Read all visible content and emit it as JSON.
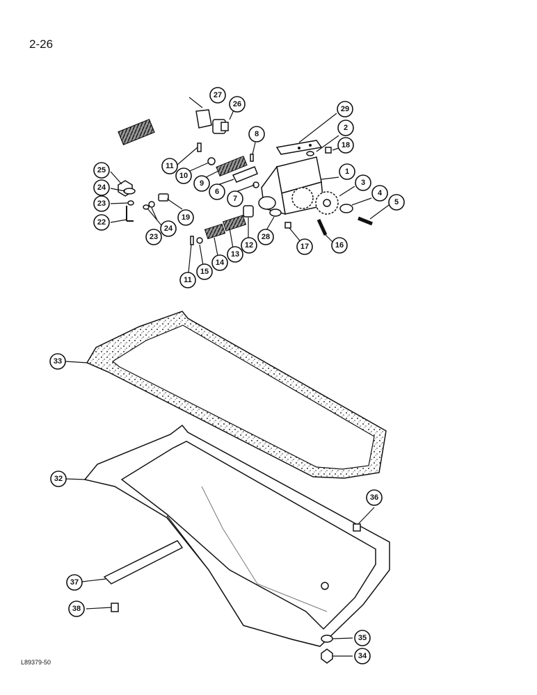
{
  "page_number": "2-26",
  "figure_code": "L89379-50",
  "callouts": [
    "1",
    "2",
    "3",
    "4",
    "5",
    "6",
    "7",
    "8",
    "9",
    "10",
    "11",
    "11",
    "12",
    "13",
    "14",
    "15",
    "16",
    "17",
    "18",
    "19",
    "22",
    "23",
    "23",
    "24",
    "24",
    "25",
    "26",
    "27",
    "28",
    "29",
    "32",
    "33",
    "34",
    "35",
    "36",
    "37",
    "38"
  ]
}
